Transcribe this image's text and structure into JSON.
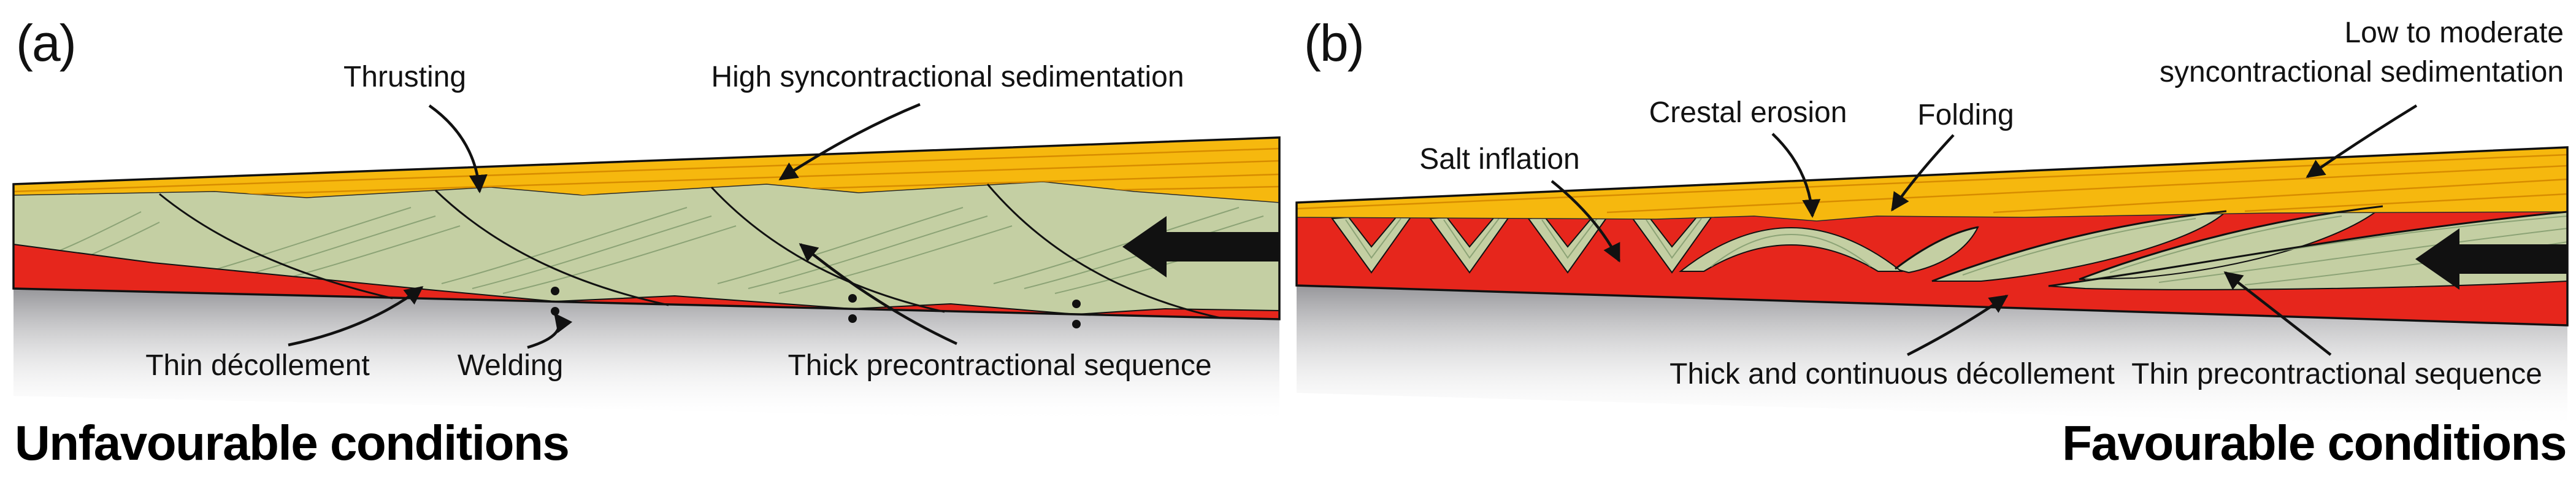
{
  "panel_a": {
    "id_label": "(a)",
    "title": "Unfavourable conditions",
    "labels": {
      "thrusting": "Thrusting",
      "high_sedimentation": "High syncontractional sedimentation",
      "thin_decollement": "Thin décollement",
      "welding": "Welding",
      "thick_precontractional": "Thick precontractional sequence"
    }
  },
  "panel_b": {
    "id_label": "(b)",
    "title": "Favourable conditions",
    "labels": {
      "salt_inflation": "Salt inflation",
      "crestal_erosion": "Crestal erosion",
      "folding": "Folding",
      "low_sedimentation_line1": "Low to moderate",
      "low_sedimentation_line2": "syncontractional sedimentation",
      "thick_decollement": "Thick and continuous décollement",
      "thin_precontractional": "Thin precontractional sequence"
    }
  },
  "colors": {
    "yellow": "#F6B80E",
    "orange_line": "#D78C00",
    "green": "#C4CFA3",
    "green_line": "#8CA376",
    "red": "#E6261C",
    "gray": "#919195",
    "ink": "#111111"
  }
}
